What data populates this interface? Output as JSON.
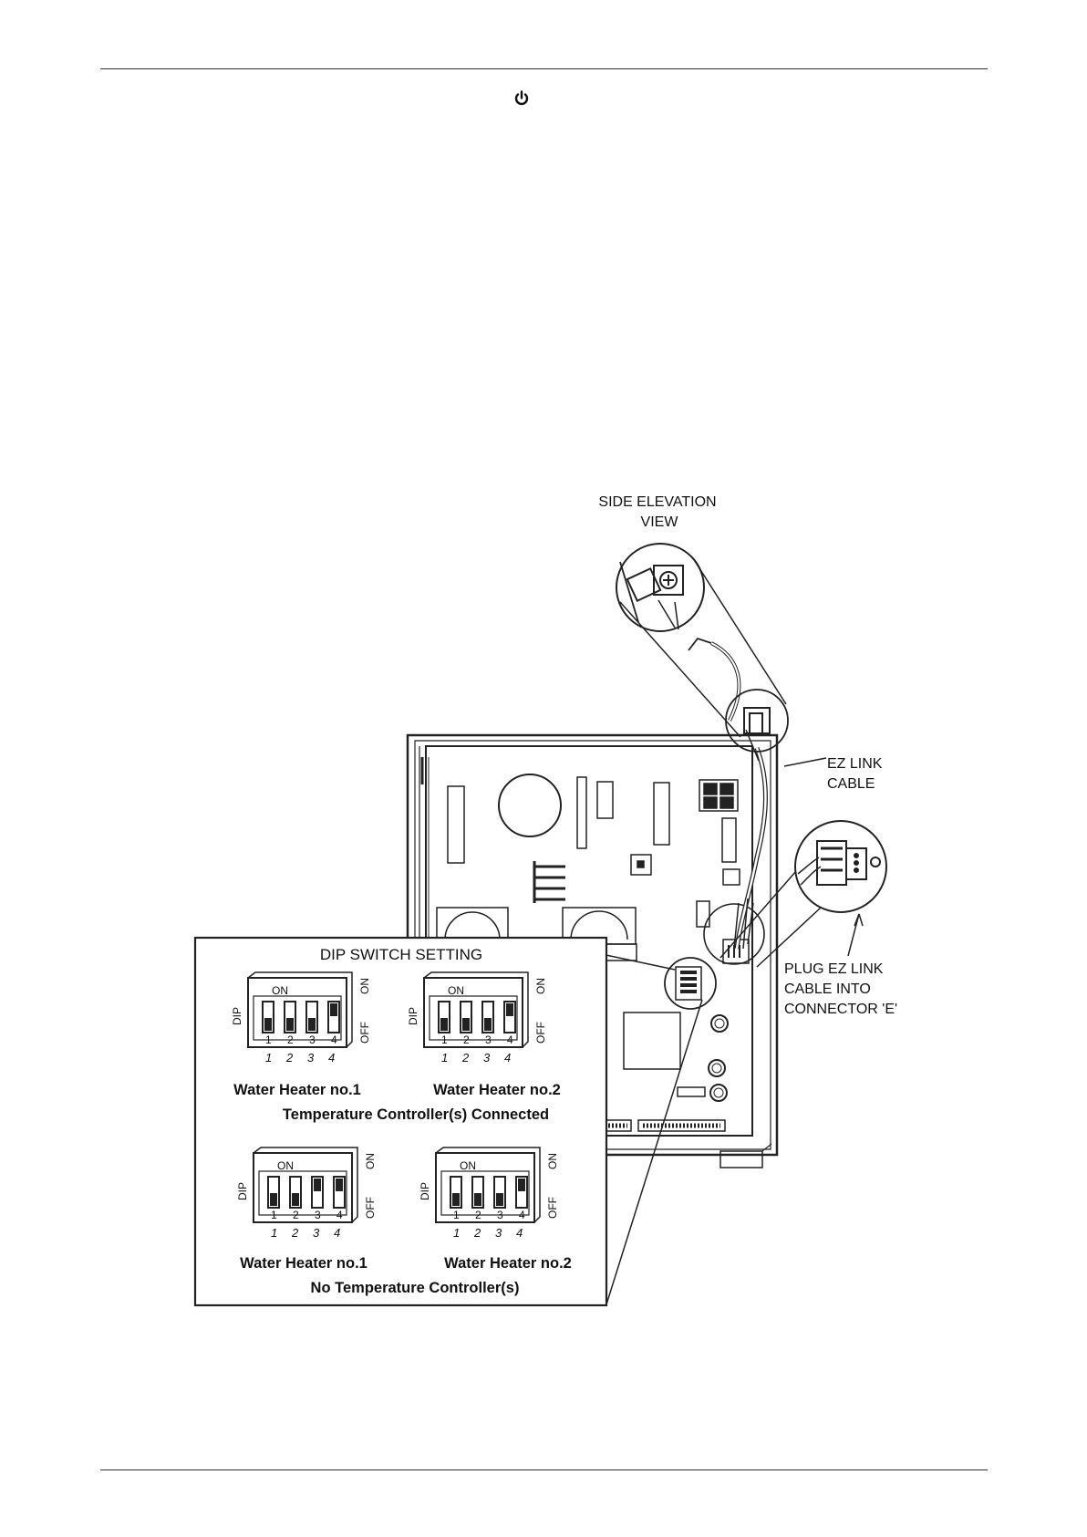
{
  "page": {
    "power_icon": "power-icon"
  },
  "diagram": {
    "labels": {
      "side_elevation_line1": "SIDE ELEVATION",
      "side_elevation_line2": "VIEW",
      "ez_link_line1": "EZ LINK",
      "ez_link_line2": "CABLE",
      "plug_line1": "PLUG EZ LINK",
      "plug_line2": "CABLE INTO",
      "plug_line3": "CONNECTOR 'E'"
    },
    "dip_box": {
      "title": "DIP SWITCH SETTING",
      "group_connected": "Temperature Controller(s) Connected",
      "group_none": "No Temperature Controller(s)",
      "switches": [
        {
          "caption": "Water Heater no.1",
          "on": [
            false,
            false,
            false,
            true
          ]
        },
        {
          "caption": "Water Heater no.2",
          "on": [
            false,
            false,
            false,
            true
          ]
        },
        {
          "caption": "Water Heater no.1",
          "on": [
            false,
            false,
            true,
            true
          ]
        },
        {
          "caption": "Water Heater no.2",
          "on": [
            false,
            false,
            false,
            true
          ]
        }
      ],
      "switch_text": {
        "on": "ON",
        "dip": "DIP",
        "off": "OFF",
        "numbers": [
          "1",
          "2",
          "3",
          "4"
        ]
      }
    }
  }
}
